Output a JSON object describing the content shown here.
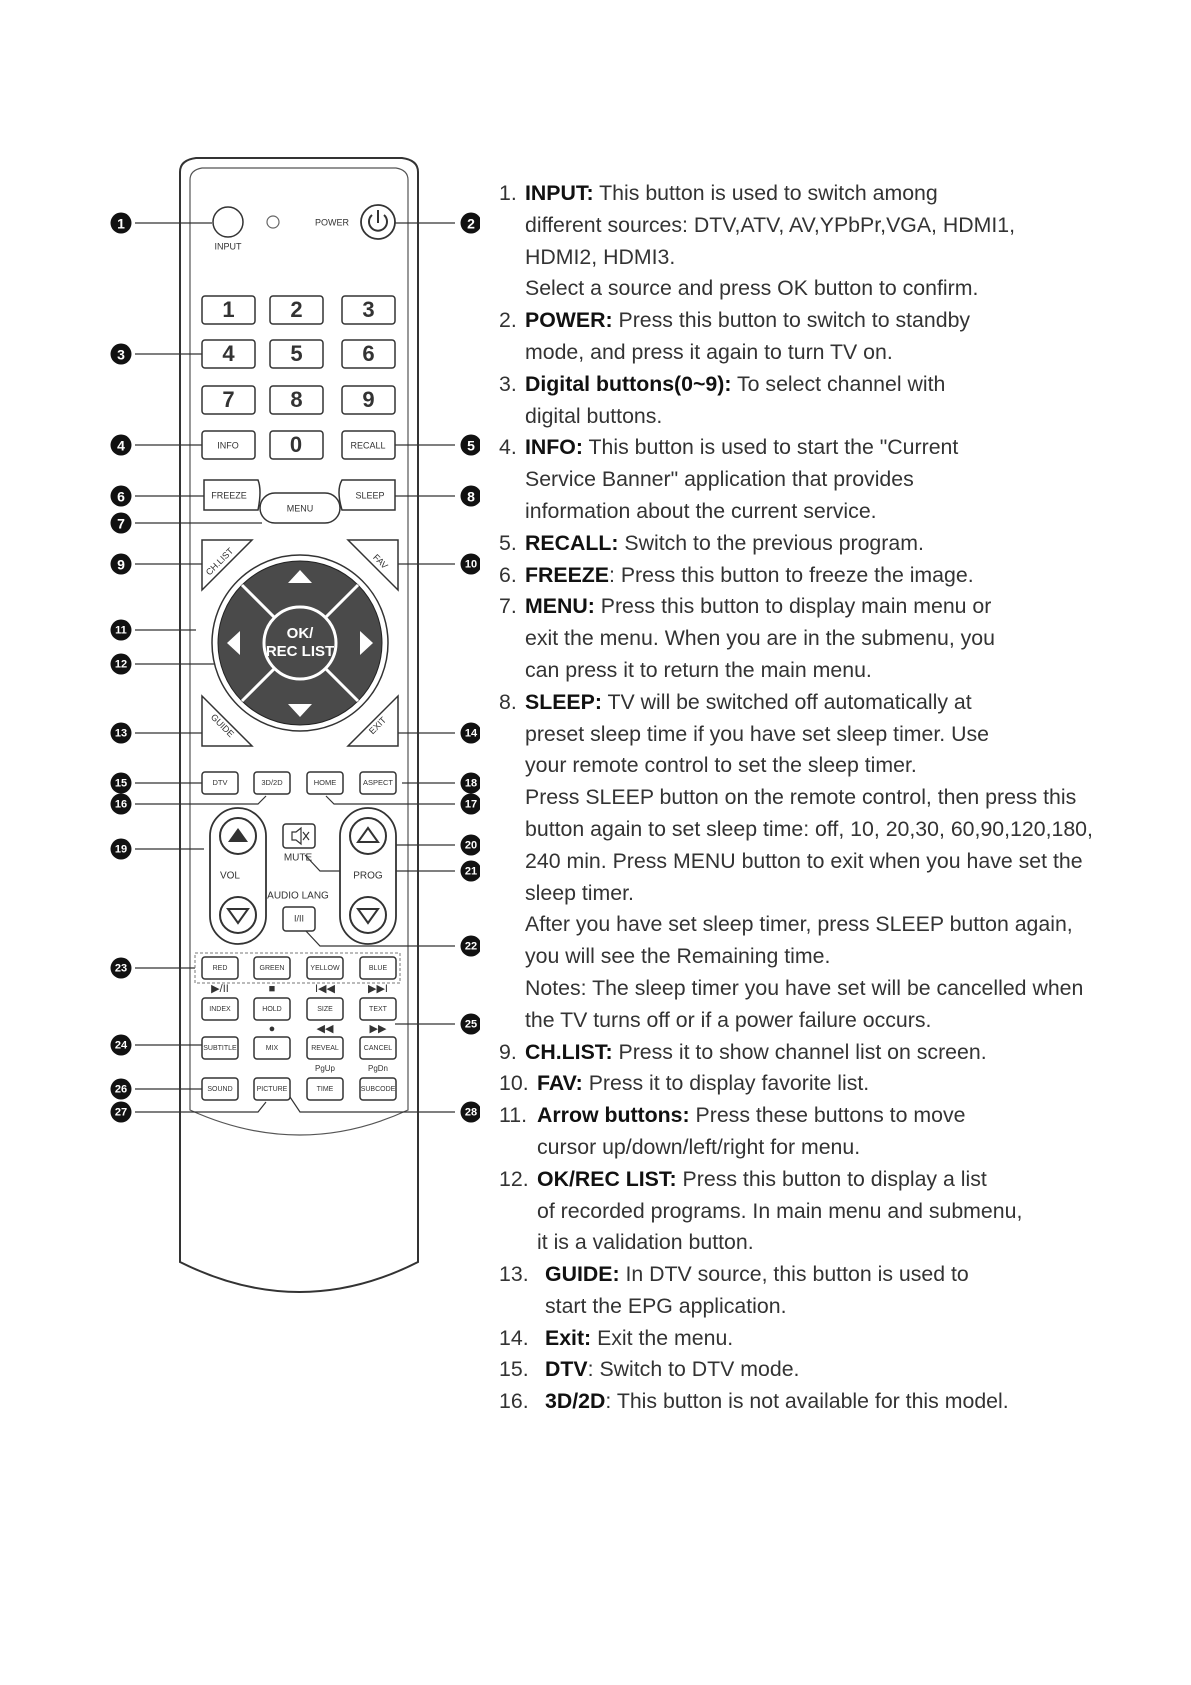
{
  "remote": {
    "labels": {
      "input": "INPUT",
      "power": "POWER",
      "digits": [
        "1",
        "2",
        "3",
        "4",
        "5",
        "6",
        "7",
        "8",
        "9"
      ],
      "info": "INFO",
      "zero": "0",
      "recall": "RECALL",
      "freeze": "FREEZE",
      "sleep": "SLEEP",
      "menu": "MENU",
      "chlist": "CH.LIST",
      "fav": "FAV",
      "ok_line1": "OK/",
      "ok_line2": "REC LIST",
      "guide": "GUIDE",
      "exit": "EXIT",
      "dtv": "DTV",
      "threed": "3D/2D",
      "home": "HOME",
      "aspect": "ASPECT",
      "vol": "VOL",
      "prog": "PROG",
      "mute": "MUTE",
      "audio_lang": "AUDIO LANG",
      "i_ii": "I/II",
      "colors": [
        "RED",
        "GREEN",
        "YELLOW",
        "BLUE"
      ],
      "row_index": [
        "INDEX",
        "HOLD",
        "SIZE",
        "TEXT"
      ],
      "row_subtitle": [
        "SUBTITLE",
        "MIX",
        "REVEAL",
        "CANCEL"
      ],
      "row_sound": [
        "SOUND",
        "PICTURE",
        "TIME",
        "SUBCODE"
      ],
      "pgup": "PgUp",
      "pgdn": "PgDn",
      "sym_play": "▶/II",
      "sym_stop": "■",
      "sym_prev": "I◀◀",
      "sym_next": "▶▶I",
      "sym_rec": "●",
      "sym_rew": "◀◀",
      "sym_ff": "▶▶"
    },
    "callouts": [
      "1",
      "2",
      "3",
      "4",
      "5",
      "6",
      "7",
      "8",
      "9",
      "10",
      "11",
      "12",
      "13",
      "14",
      "15",
      "16",
      "17",
      "18",
      "19",
      "20",
      "21",
      "22",
      "23",
      "24",
      "25",
      "26",
      "27",
      "28"
    ]
  },
  "manual": {
    "items": [
      {
        "num": "1.",
        "term": "INPUT:",
        "lines": [
          "This button is used to switch among",
          "different sources: DTV,ATV, AV,YPbPr,VGA, HDMI1,",
          "HDMI2, HDMI3."
        ]
      },
      {
        "para": "Select a source and press OK button to confirm."
      },
      {
        "num": "2.",
        "term": "POWER:",
        "lines": [
          "Press this button to switch to standby",
          "mode, and press it again to turn TV on."
        ]
      },
      {
        "num": "3.",
        "term": "Digital buttons(0~9):",
        "lines": [
          "To select channel with",
          "digital buttons."
        ]
      },
      {
        "num": "4.",
        "term": "INFO:",
        "lines": [
          "This button is used to start the \"Current",
          "Service Banner\" application that provides",
          "information about the current service."
        ]
      },
      {
        "num": "5.",
        "term": "RECALL:",
        "lines": [
          "Switch to the previous program."
        ]
      },
      {
        "num": "6.",
        "term": "FREEZE",
        "lines": [
          ": Press this button to freeze the image."
        ]
      },
      {
        "num": "7.",
        "term": "MENU:",
        "lines": [
          "Press this button to display main menu or",
          "exit the menu. When you are in the submenu, you",
          "can press it to return the main menu."
        ]
      },
      {
        "num": "8.",
        "term": "SLEEP:",
        "lines": [
          "TV will be switched off automatically at",
          "preset sleep time if you have set sleep timer. Use",
          "your remote control to set the sleep timer."
        ]
      },
      {
        "para": "Press SLEEP button on the remote control, then press this button again to set sleep time: off, 10, 20,30, 60,90,120,180, 240 min. Press MENU button to exit when you have set the sleep timer."
      },
      {
        "para": "After you have set sleep timer, press SLEEP button again, you will see the Remaining time."
      },
      {
        "para": "Notes: The sleep timer you have set will be cancelled when the TV turns off or if a power failure occurs."
      },
      {
        "num": "9.",
        "term": "CH.LIST:",
        "lines": [
          "Press it to show channel list on screen."
        ]
      },
      {
        "num": "10.",
        "term": "FAV:",
        "lines": [
          "Press it to display favorite list."
        ]
      },
      {
        "num": "11.",
        "term": "Arrow buttons:",
        "lines": [
          "Press these buttons to move",
          "cursor up/down/left/right for menu."
        ]
      },
      {
        "num": "12.",
        "term": "OK/REC LIST:",
        "lines": [
          "Press this button to display a list",
          "of recorded programs. In main menu and submenu,",
          "it is a validation button."
        ]
      },
      {
        "num": "13.",
        "term": "GUIDE:",
        "lines": [
          "In DTV source, this button is used to",
          "start the EPG application."
        ]
      },
      {
        "num": "14.",
        "term": "Exit:",
        "lines": [
          "Exit the menu."
        ]
      },
      {
        "num": "15.",
        "term": "DTV",
        "lines": [
          ": Switch to DTV mode."
        ]
      },
      {
        "num": "16.",
        "term": "3D/2D",
        "lines": [
          ":  This button is not available for this model."
        ]
      }
    ]
  }
}
